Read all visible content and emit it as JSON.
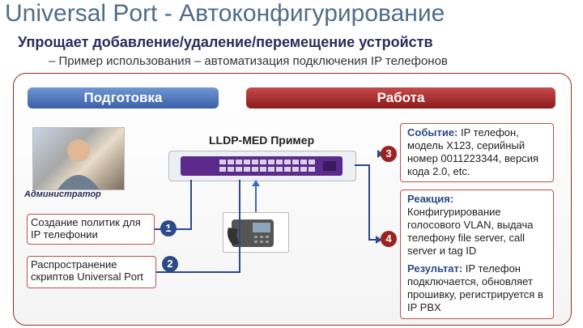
{
  "title": "Universal Port -  Автоконфигурирование",
  "subtitle": "Упрощает добавление/удаление/перемещение устройств",
  "bullet": "– Пример использования – автоматизация подключения IP телефонов",
  "tabs": {
    "prep": "Подготовка",
    "work": "Работа"
  },
  "admin": {
    "label": "Администратор"
  },
  "left_boxes": [
    {
      "text": "Создание политик для IP телефонии",
      "num": "1"
    },
    {
      "text": "Распространение скриптов Universal Port",
      "num": "2"
    }
  ],
  "switch_label": "LLDP-MED Пример",
  "steps": {
    "three": "3",
    "four": "4"
  },
  "event": {
    "head": "Событие:",
    "text": " IP телефон, модель X123, серийный номер 0011223344, версия кода 2.0, etc."
  },
  "reaction": {
    "head": "Реакция:",
    "text": "Конфигурирование голосового VLAN, выдача телефону file server, call server и tag ID",
    "result_head": "Результат:",
    "result_text": " IP телефон подключается, обновляет прошивку, регистрируется в IP PBX"
  },
  "colors": {
    "title": "#4f6d8a",
    "prep": "#3b5fa8",
    "work": "#8b1b1b",
    "frame": "#9a2a2a",
    "switch": "#5b2a8a"
  }
}
